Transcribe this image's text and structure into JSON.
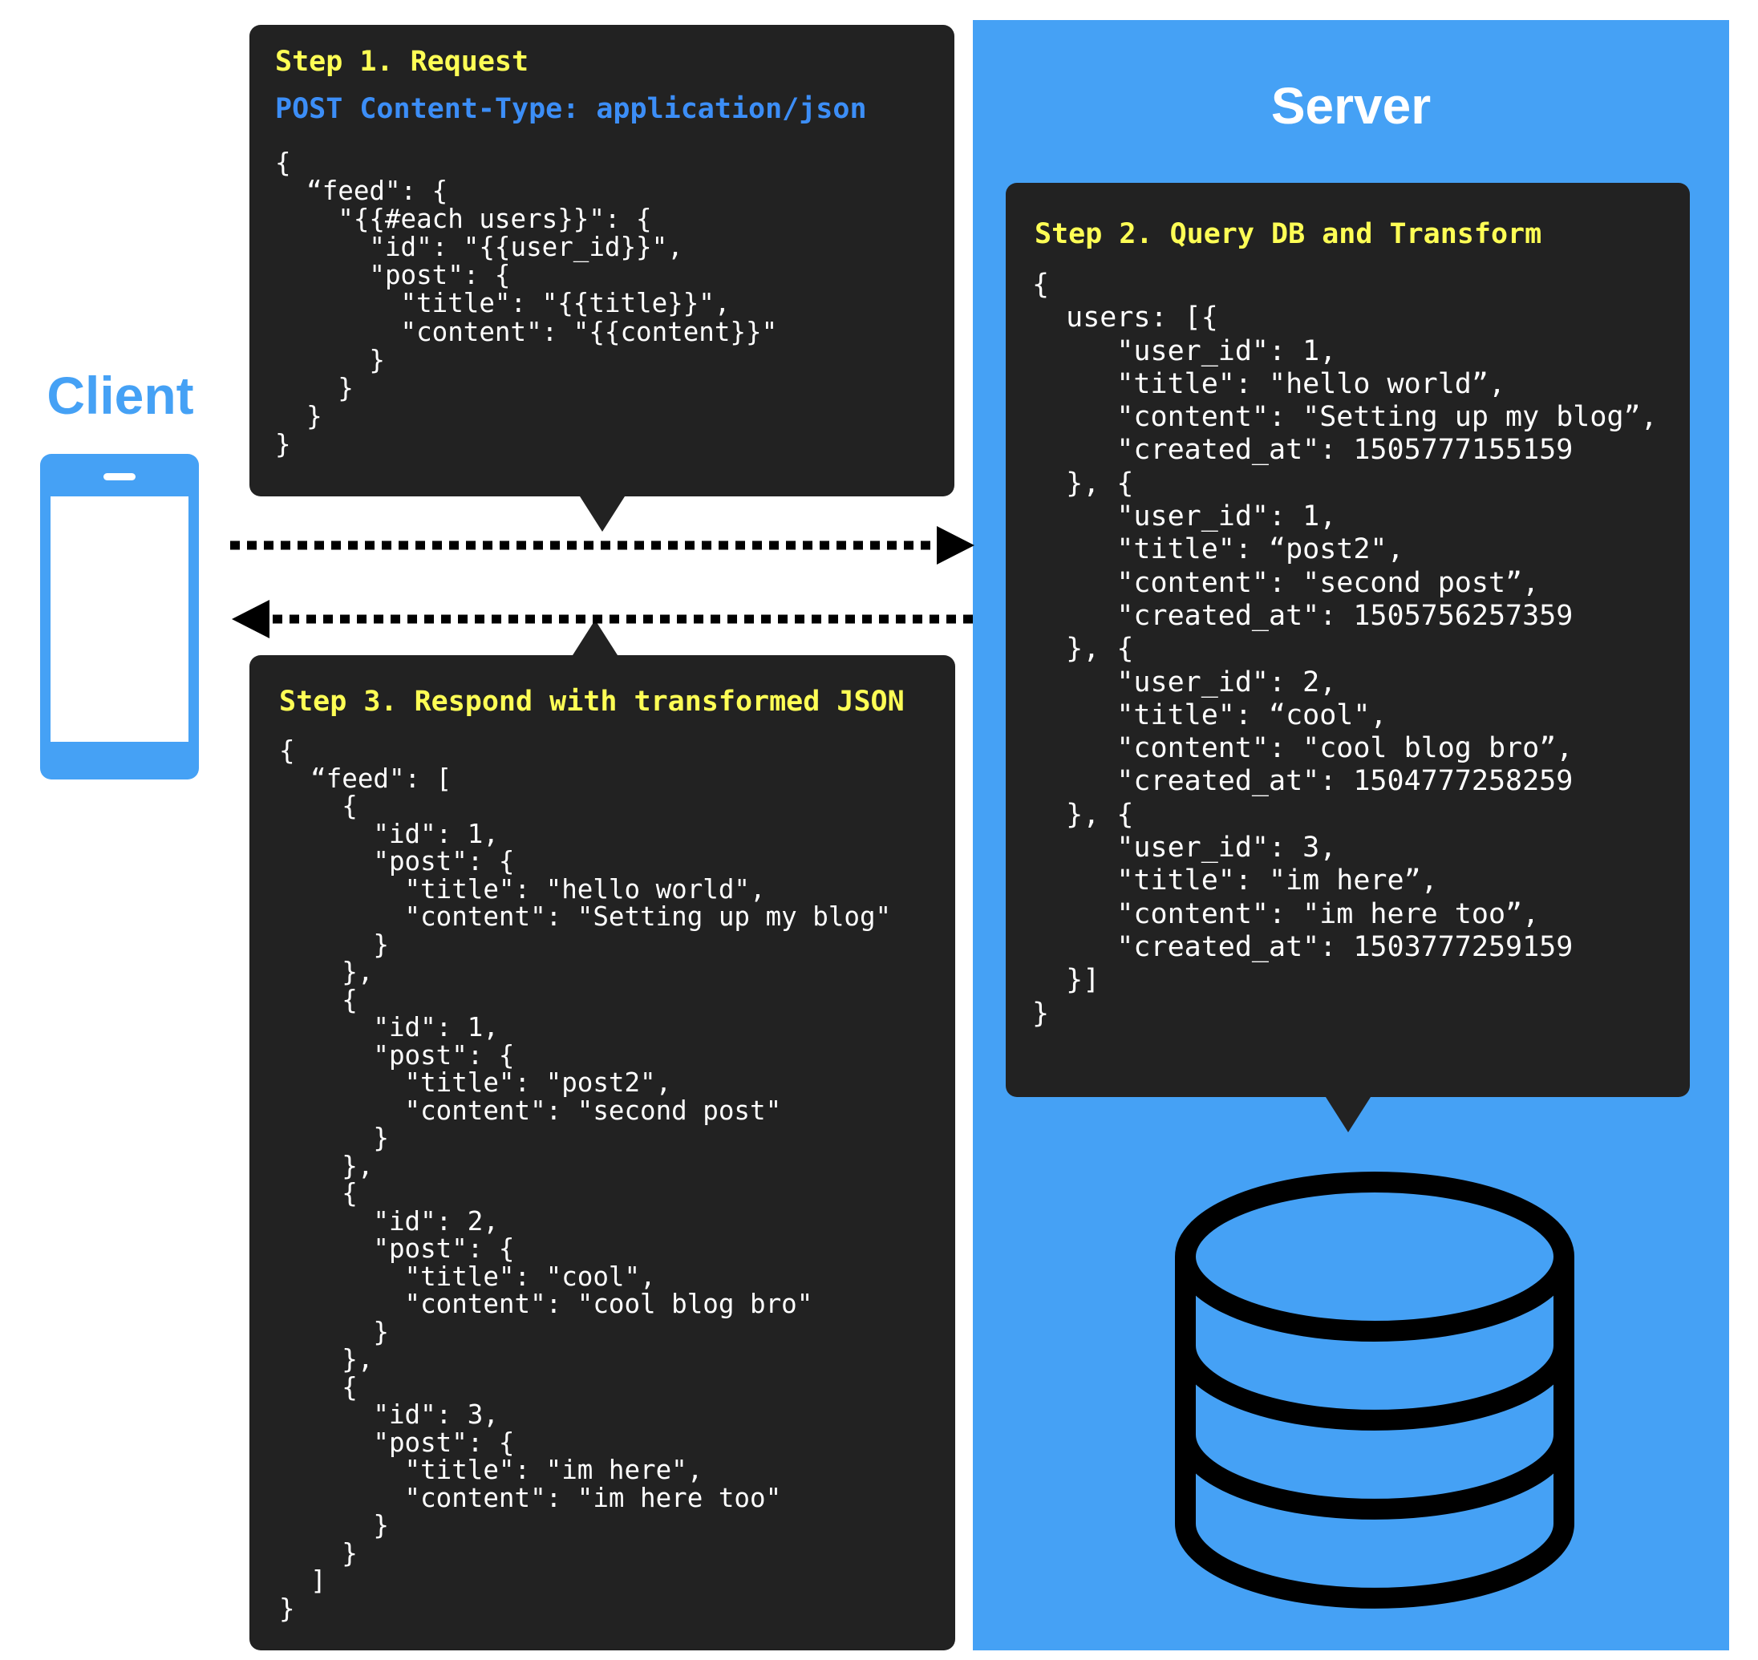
{
  "colors": {
    "accent_blue": "#45a1f5",
    "bubble_bg": "#222222",
    "step_title": "#ffff55",
    "subtitle": "#3c8ef7",
    "code_text": "#ffffff",
    "arrow": "#000000"
  },
  "client": {
    "label": "Client",
    "icon": "smartphone-icon"
  },
  "server": {
    "title": "Server",
    "icon": "database-icon"
  },
  "step1": {
    "title": "Step 1. Request",
    "subtitle": "POST Content-Type: application/json",
    "code": "{\n  “feed\": {\n    \"{{#each users}}\": {\n      \"id\": \"{{user_id}}\",\n      \"post\": {\n        \"title\": \"{{title}}\",\n        \"content\": \"{{content}}\"\n      }\n    }\n  }\n}"
  },
  "step2": {
    "title": "Step 2. Query DB and Transform",
    "code": "{\n  users: [{\n     \"user_id\": 1,\n     \"title\": \"hello world”,\n     \"content\": \"Setting up my blog”,\n     \"created_at\": 1505777155159\n  }, {\n     \"user_id\": 1,\n     \"title\": “post2\",\n     \"content\": \"second post”,\n     \"created_at\": 1505756257359\n  }, {\n     \"user_id\": 2,\n     \"title\": “cool\",\n     \"content\": \"cool blog bro”,\n     \"created_at\": 1504777258259\n  }, {\n     \"user_id\": 3,\n     \"title\": \"im here”,\n     \"content\": \"im here too”,\n     \"created_at\": 1503777259159\n  }]\n}"
  },
  "step3": {
    "title": "Step 3. Respond with transformed JSON",
    "code": "{\n  “feed\": [\n    {\n      \"id\": 1,\n      \"post\": {\n        \"title\": \"hello world\",\n        \"content\": \"Setting up my blog\"\n      }\n    },\n    {\n      \"id\": 1,\n      \"post\": {\n        \"title\": \"post2\",\n        \"content\": \"second post\"\n      }\n    },\n    {\n      \"id\": 2,\n      \"post\": {\n        \"title\": \"cool\",\n        \"content\": \"cool blog bro\"\n      }\n    },\n    {\n      \"id\": 3,\n      \"post\": {\n        \"title\": \"im here\",\n        \"content\": \"im here too\"\n      }\n    }\n  ]\n}"
  },
  "arrows": {
    "request_direction": "client-to-server",
    "response_direction": "server-to-client"
  }
}
